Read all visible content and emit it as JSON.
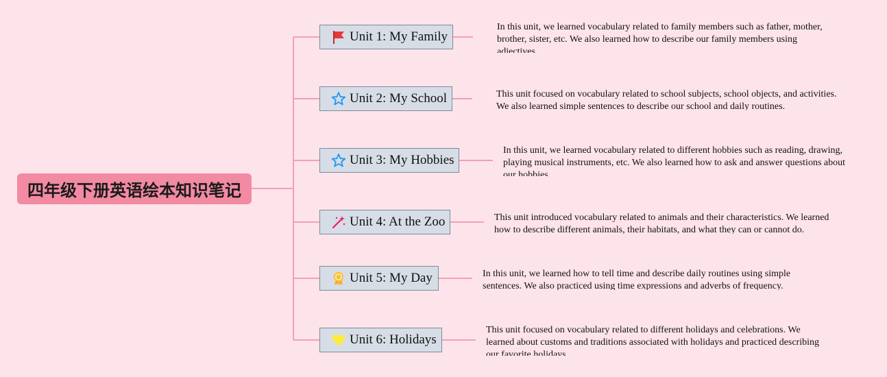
{
  "root": {
    "title": "四年级下册英语绘本知识笔记"
  },
  "colors": {
    "background": "#fde4ea",
    "root_fill": "#f28aa3",
    "topic_fill": "#d6dde6",
    "topic_border": "#7d8a96",
    "connector": "#f4a0b4"
  },
  "units": [
    {
      "label": "Unit 1: My Family",
      "icon": "red-flag-icon",
      "note": "In this unit, we learned vocabulary related to family members such as father, mother, brother, sister, etc. We also learned how to describe our family members using adjectives."
    },
    {
      "label": "Unit 2: My School",
      "icon": "blue-star-icon",
      "note": "This unit focused on vocabulary related to school subjects, school objects, and activities. We also learned simple sentences to describe our school and daily routines."
    },
    {
      "label": "Unit 3: My Hobbies",
      "icon": "blue-star-icon",
      "note": "In this unit, we learned vocabulary related to different hobbies such as reading, drawing, playing musical instruments, etc. We also learned how to ask and answer questions about our hobbies."
    },
    {
      "label": "Unit 4: At the Zoo",
      "icon": "magic-wand-icon",
      "note": "This unit introduced vocabulary related to animals and their characteristics. We learned how to describe different animals, their habitats, and what they can or cannot do."
    },
    {
      "label": "Unit 5: My Day",
      "icon": "medal-icon",
      "note": "In this unit, we learned how to tell time and describe daily routines using simple sentences. We also practiced using time expressions and adverbs of frequency."
    },
    {
      "label": "Unit 6: Holidays",
      "icon": "yellow-heart-icon",
      "note": "This unit focused on vocabulary related to different holidays and celebrations. We learned about customs and traditions associated with holidays and practiced describing our favorite holidays."
    }
  ]
}
